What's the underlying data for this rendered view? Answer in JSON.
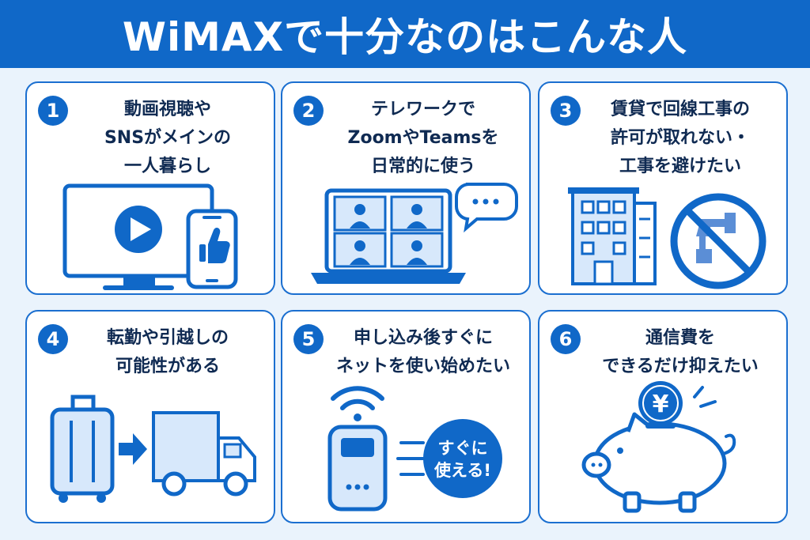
{
  "header": {
    "title": "WiMAXで十分なのはこんな人"
  },
  "colors": {
    "primary": "#1068c8",
    "light": "#d7e8fb",
    "text": "#0f2a52"
  },
  "cards": [
    {
      "number": "1",
      "lines": [
        "動画視聴や",
        "SNSがメインの",
        "一人暮らし"
      ],
      "icons": [
        "monitor-icon",
        "play-icon",
        "smartphone-icon",
        "thumbs-up-icon"
      ]
    },
    {
      "number": "2",
      "lines": [
        "テレワークで",
        "ZoomやTeamsを",
        "日常的に使う"
      ],
      "icons": [
        "laptop-icon",
        "video-call-icon",
        "chat-bubble-icon"
      ]
    },
    {
      "number": "3",
      "lines": [
        "賃貸で回線工事の",
        "許可が取れない・",
        "工事を避けたい"
      ],
      "icons": [
        "apartment-building-icon",
        "no-drill-icon"
      ]
    },
    {
      "number": "4",
      "lines": [
        "転勤や引越しの",
        "可能性がある"
      ],
      "icons": [
        "suitcase-icon",
        "arrow-right-icon",
        "truck-icon"
      ]
    },
    {
      "number": "5",
      "lines": [
        "申し込み後すぐに",
        "ネットを使い始めたい"
      ],
      "icons": [
        "wifi-icon",
        "pocket-router-icon"
      ],
      "badge": [
        "すぐに",
        "使える!"
      ]
    },
    {
      "number": "6",
      "lines": [
        "通信費を",
        "できるだけ抑えたい"
      ],
      "icons": [
        "piggy-bank-icon",
        "yen-coin-icon"
      ],
      "coin": "¥"
    }
  ]
}
